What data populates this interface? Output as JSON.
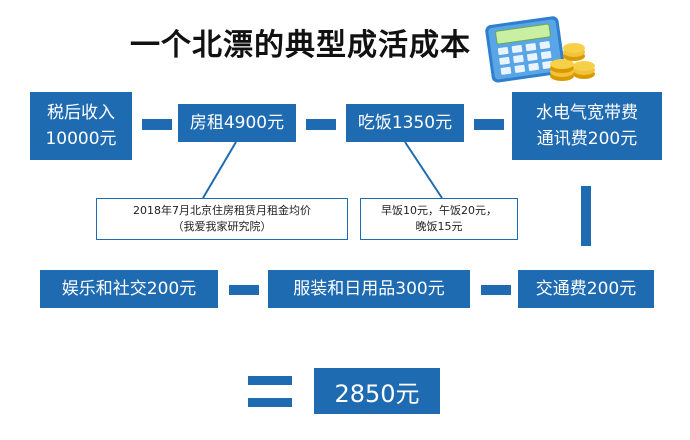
{
  "title": "一个北漂的典型成活成本",
  "icon": "calculator-with-coins-icon",
  "colors": {
    "box": "#1f6bb2",
    "text_on_box": "#ffffff",
    "title": "#111111"
  },
  "row1": {
    "income": {
      "line1": "税后收入",
      "line2": "10000元"
    },
    "rent": "房租4900元",
    "food": "吃饭1350元",
    "utilities": {
      "line1": "水电气宽带费",
      "line2": "通讯费200元"
    }
  },
  "notes": {
    "rent": {
      "line1": "2018年7月北京住房租赁月租金均价",
      "line2": "（我爱我家研究院）"
    },
    "food": {
      "line1": "早饭10元，午饭20元，",
      "line2": "晚饭15元"
    }
  },
  "row2": {
    "entertainment": "娱乐和社交200元",
    "clothing": "服装和日用品300元",
    "transport": "交通费200元"
  },
  "result": {
    "equals": "=",
    "total": "2850元"
  }
}
